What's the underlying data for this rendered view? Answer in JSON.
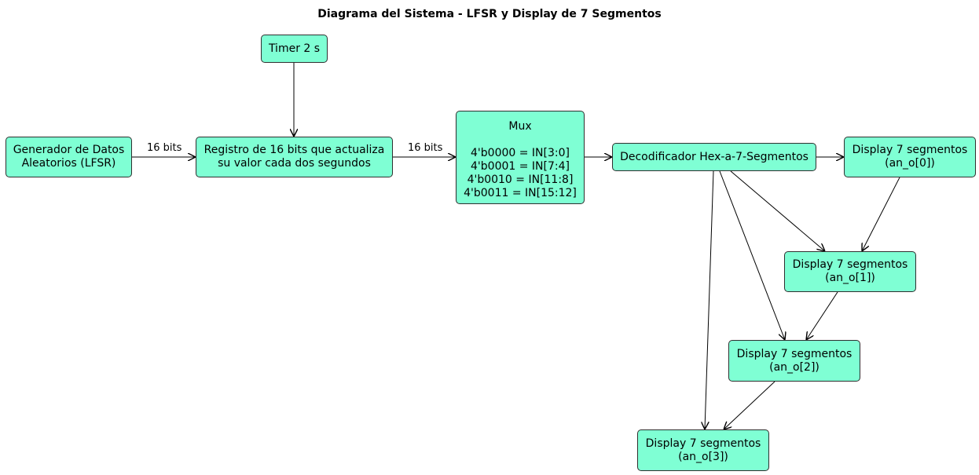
{
  "title": "Diagrama del Sistema - LFSR y Display de 7 Segmentos",
  "nodes": {
    "lfsr": [
      "Generador de Datos",
      "Aleatorios (LFSR)"
    ],
    "timer": [
      "Timer 2 s"
    ],
    "register": [
      "Registro de 16 bits que actualiza",
      "su valor cada dos segundos"
    ],
    "mux": {
      "header": "Mux",
      "lines": [
        "4'b0000 = IN[3:0]",
        "4'b0001 = IN[7:4]",
        "4'b0010 = IN[11:8]",
        "4'b0011 = IN[15:12]"
      ]
    },
    "decoder": [
      "Decodificador Hex-a-7-Segmentos"
    ],
    "display0": [
      "Display 7 segmentos",
      "(an_o[0])"
    ],
    "display1": [
      "Display 7 segmentos",
      "(an_o[1])"
    ],
    "display2": [
      "Display 7 segmentos",
      "(an_o[2])"
    ],
    "display3": [
      "Display 7 segmentos",
      "(an_o[3])"
    ]
  },
  "edges": [
    {
      "from": "lfsr",
      "to": "register",
      "label": "16 bits"
    },
    {
      "from": "timer",
      "to": "register",
      "label": ""
    },
    {
      "from": "register",
      "to": "mux",
      "label": "16 bits"
    },
    {
      "from": "mux",
      "to": "decoder",
      "label": ""
    },
    {
      "from": "decoder",
      "to": "display0",
      "label": ""
    },
    {
      "from": "decoder",
      "to": "display1",
      "label": ""
    },
    {
      "from": "decoder",
      "to": "display2",
      "label": ""
    },
    {
      "from": "decoder",
      "to": "display3",
      "label": ""
    },
    {
      "from": "display0",
      "to": "display1",
      "label": ""
    },
    {
      "from": "display1",
      "to": "display2",
      "label": ""
    },
    {
      "from": "display2",
      "to": "display3",
      "label": ""
    }
  ],
  "colors": {
    "node_fill": "#7fffd4",
    "node_border": "#2f2f2f",
    "edge": "#000000"
  }
}
